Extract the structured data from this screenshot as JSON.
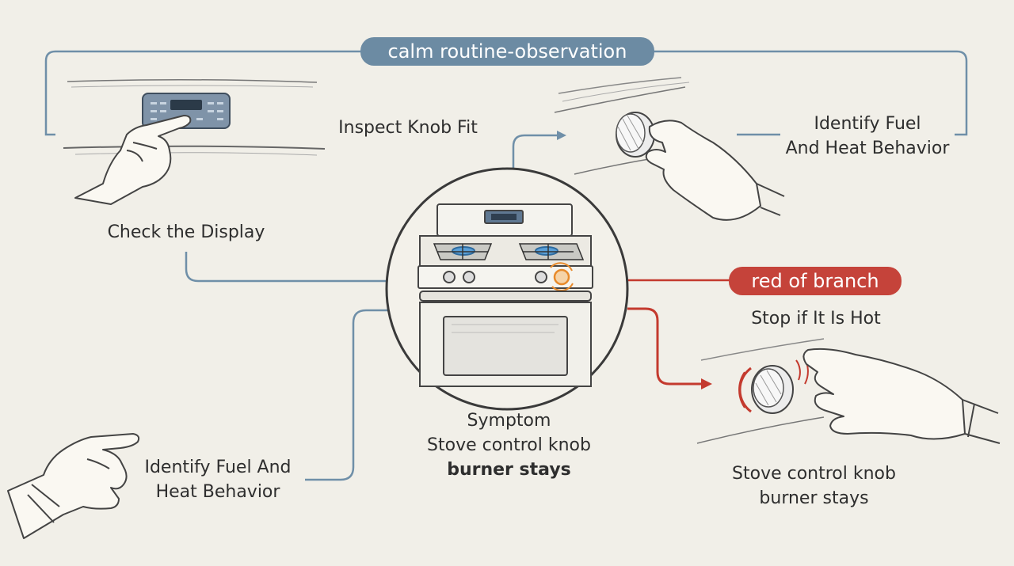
{
  "colors": {
    "background": "#f1efe8",
    "calm_branch": "#6f8fa8",
    "calm_pill": "#6c8ba3",
    "red_branch": "#c43a2e",
    "red_pill": "#c5433a",
    "sketch_line": "#4a4a4a",
    "burner_flame": "#5aa0d8",
    "hot_highlight": "#e88a2a"
  },
  "calm_label": "calm routine-observation",
  "red_label": "red of branch",
  "steps": {
    "check_display": "Check the Display",
    "inspect_knob": "Inspect Knob Fit",
    "identify_fuel_top": [
      "Identify Fuel",
      "And Heat Behavior"
    ],
    "identify_fuel_bottom": [
      "Identify Fuel And",
      "Heat Behavior"
    ],
    "stop_if_hot": "Stop if It Is Hot"
  },
  "symptom": {
    "heading": "Symptom",
    "line1": "Stove control knob",
    "line2": "burner stays"
  },
  "red_outcome": [
    "Stove control knob",
    "burner stays"
  ],
  "icons": [
    "stove-icon",
    "control-panel-icon",
    "pointing-hand-icon",
    "knob-turning-hand-icon",
    "hot-knob-hand-icon",
    "reaching-hand-icon"
  ]
}
